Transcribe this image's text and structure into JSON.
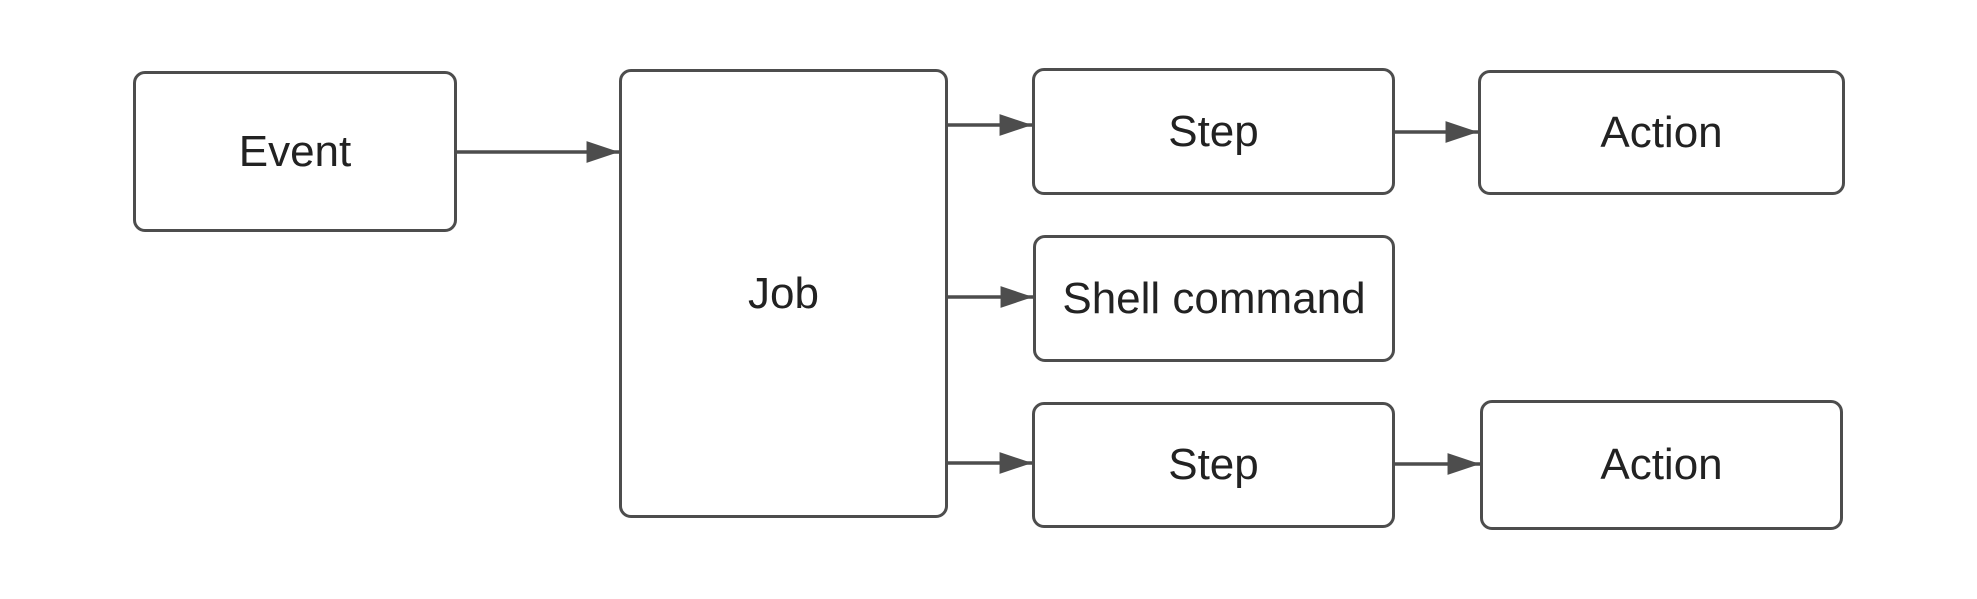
{
  "diagram": {
    "nodes": {
      "event": {
        "label": "Event"
      },
      "job": {
        "label": "Job"
      },
      "step_top": {
        "label": "Step"
      },
      "action_top": {
        "label": "Action"
      },
      "shell_command": {
        "label": "Shell command"
      },
      "step_bottom": {
        "label": "Step"
      },
      "action_bottom": {
        "label": "Action"
      }
    },
    "edges": [
      {
        "from": "event",
        "to": "job"
      },
      {
        "from": "job",
        "to": "step_top"
      },
      {
        "from": "job",
        "to": "shell_command"
      },
      {
        "from": "job",
        "to": "step_bottom"
      },
      {
        "from": "step_top",
        "to": "action_top"
      },
      {
        "from": "step_bottom",
        "to": "action_bottom"
      }
    ],
    "colors": {
      "stroke": "#4d4d4d",
      "text": "#222222",
      "fill": "#ffffff",
      "bg": "#ffffff"
    }
  }
}
